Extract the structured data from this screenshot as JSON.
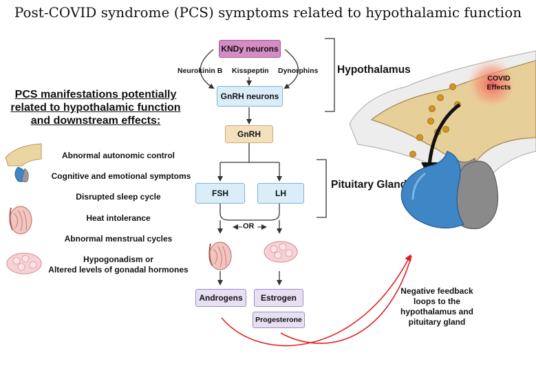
{
  "title": "Post-COVID syndrome (PCS) symptoms related to hypothalamic function",
  "pcs_heading": "PCS manifestations potentially related to hypothalamic function and downstream effects:",
  "manifestations": [
    "Abnormal autonomic control",
    "Cognitive and emotional symptoms",
    "Disrupted sleep cycle",
    "Heat intolerance",
    "Abnormal menstrual cycles",
    "Hypogonadism or",
    "Altered levels of gonadal hormones"
  ],
  "pathway": {
    "kndy": "KNDy neurons",
    "neurokinin": "Neurokinin B",
    "kisspeptin": "Kisspeptin",
    "dynorphins": "Dynorphins",
    "gnrh_neurons": "GnRH neurons",
    "gnrh": "GnRH",
    "fsh": "FSH",
    "lh": "LH",
    "or": "OR",
    "androgens": "Androgens",
    "estrogen": "Estrogen",
    "progesterone": "Progesterone"
  },
  "labels": {
    "hypothalamus": "Hypothalamus",
    "pituitary": "Pituitary Gland",
    "covid_line1": "COVID",
    "covid_line2": "Effects",
    "feedback": "Negative feedback loops to the hypothalamus and pituitary gland"
  },
  "colors": {
    "kndy": "#d58bc3",
    "gnrh_neurons": "#d9eef8",
    "gnrh": "#f3e1bd",
    "hormones": "#e6e0f2",
    "feedback_arrow": "#e02020",
    "pituitary_front": "#3f86c6",
    "pituitary_back": "#8a8a8a",
    "hypothalamus_tissue": "#e6cf98",
    "virus": "#d4941e"
  }
}
